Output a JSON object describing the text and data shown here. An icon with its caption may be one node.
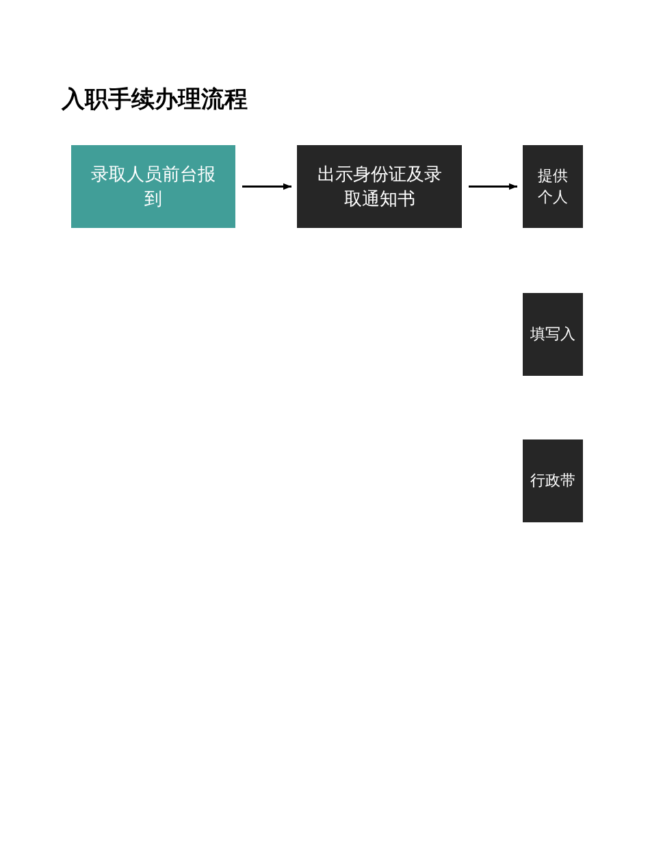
{
  "diagram": {
    "title": "入职手续办理流程",
    "nodes": [
      {
        "text": [
          "录取人员前台报到"
        ]
      },
      {
        "text": [
          "出示身份证及录取通知书"
        ]
      },
      {
        "text": [
          "提供个人"
        ]
      },
      {
        "text": [
          "填写入"
        ]
      },
      {
        "text": [
          "行政带"
        ]
      }
    ],
    "edges": [
      {
        "from": 0,
        "to": 1,
        "arrow": "to"
      },
      {
        "from": 1,
        "to": 2,
        "arrow": "to"
      }
    ]
  }
}
